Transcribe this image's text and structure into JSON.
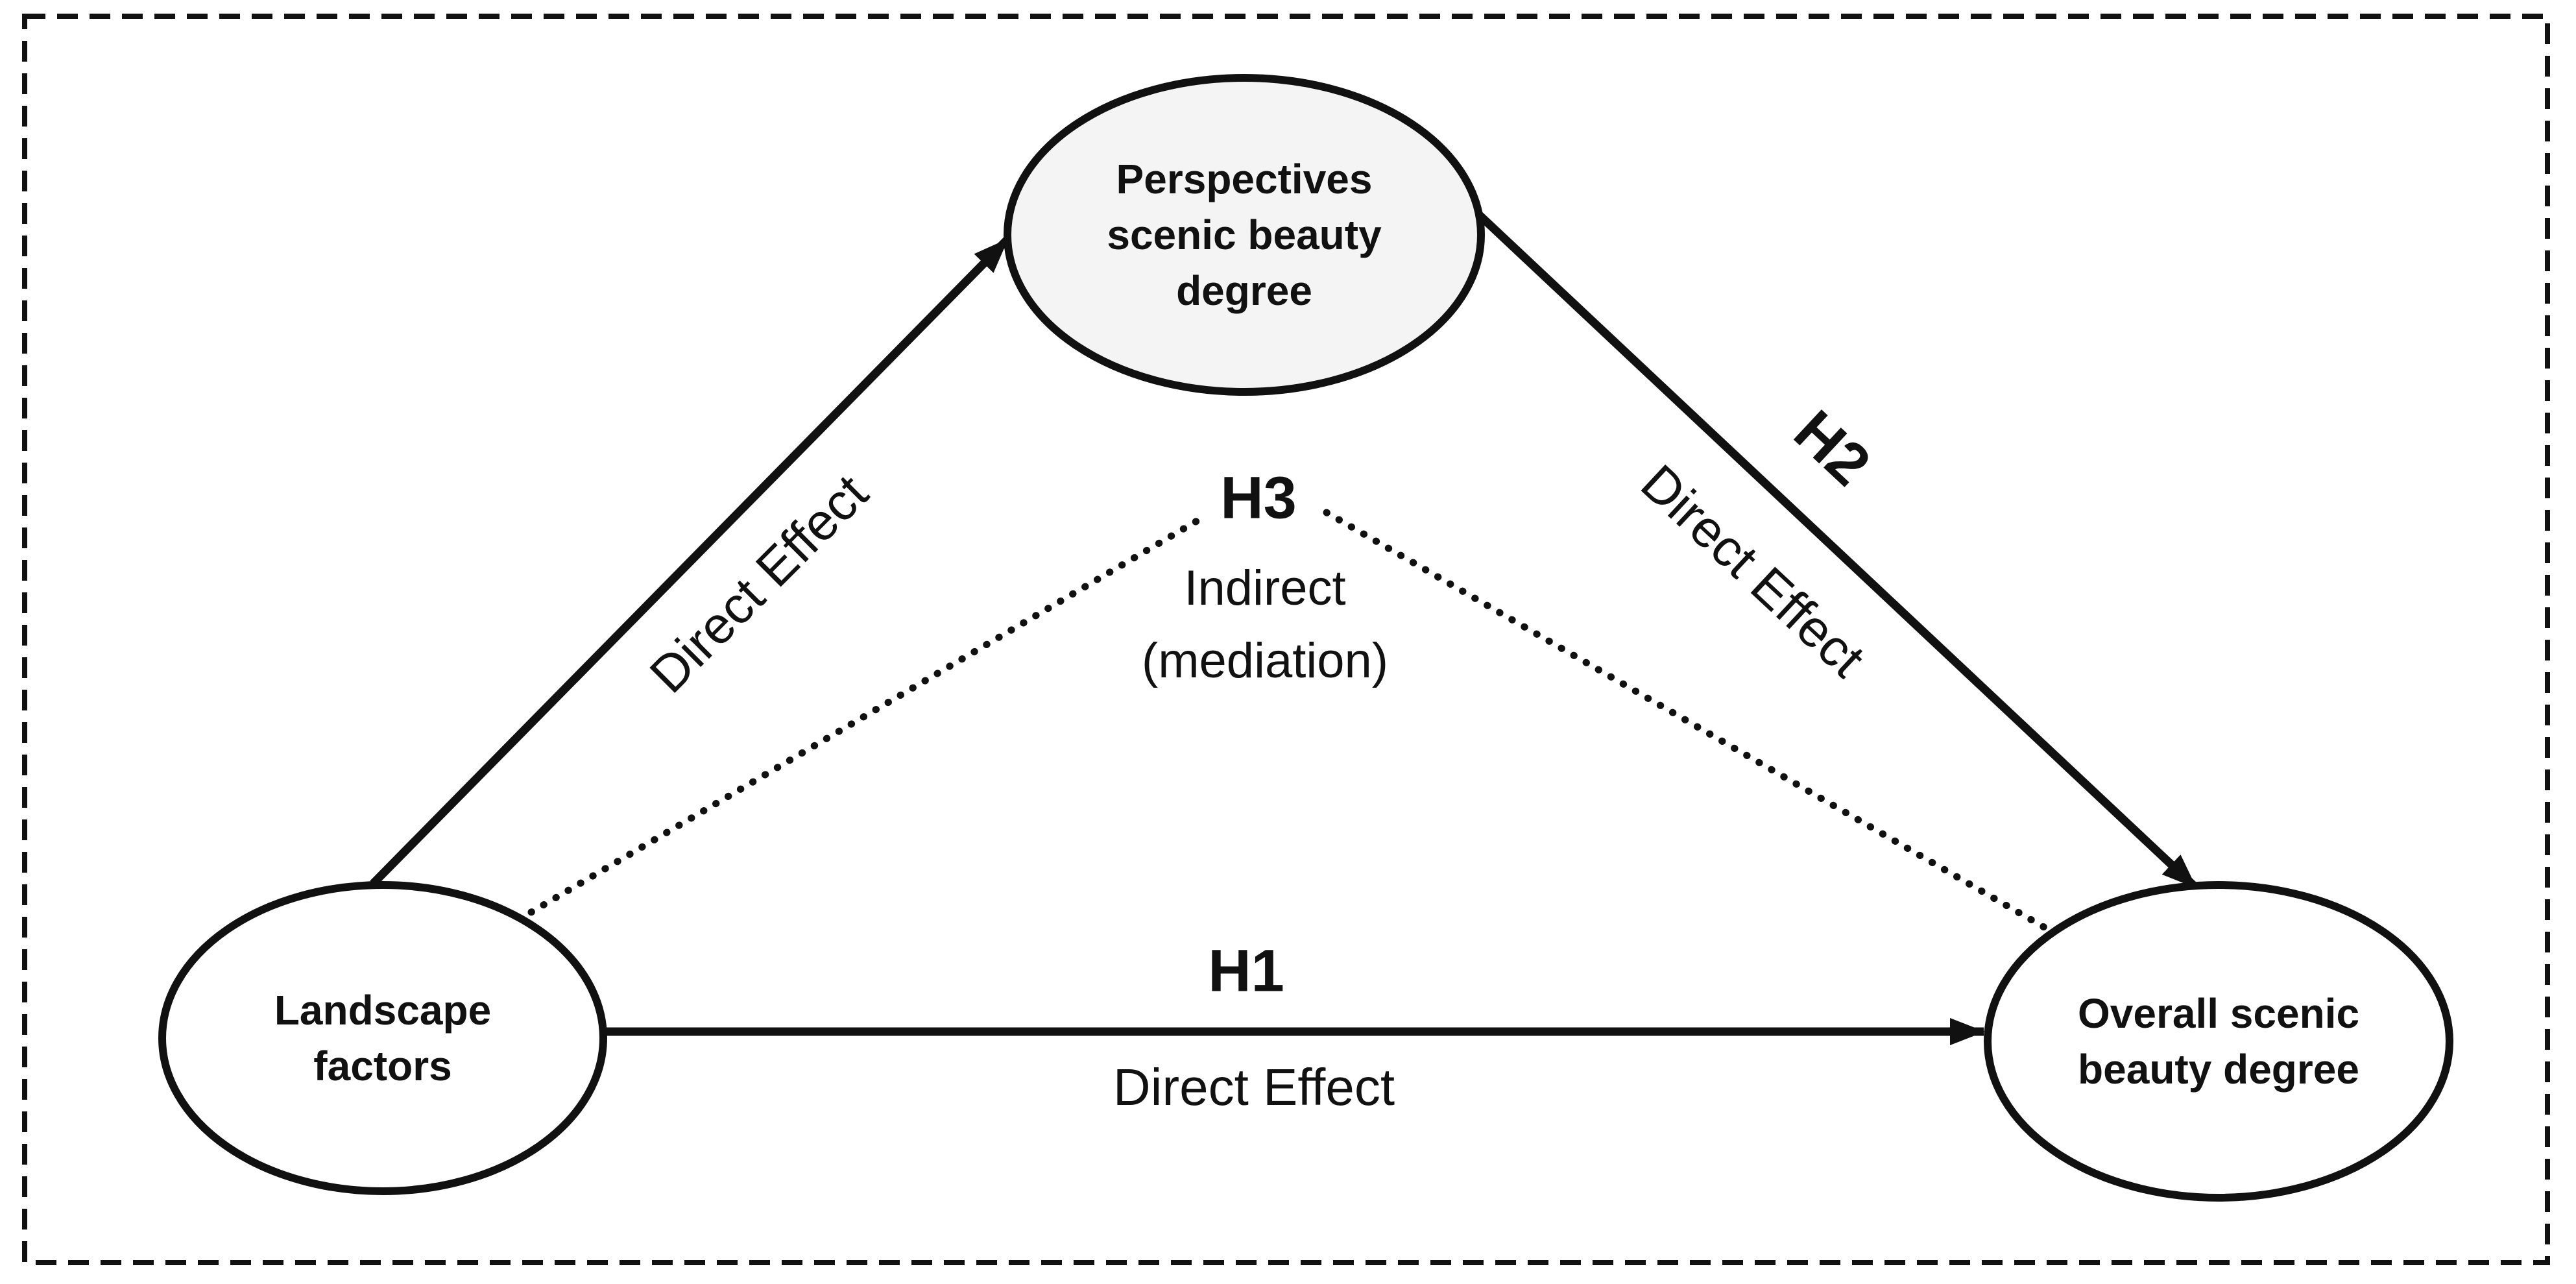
{
  "figure": {
    "type": "mediation-model-diagram",
    "background_color": "#ffffff",
    "ink_color": "#111111",
    "mediator_fill_color": "#f4f4f4",
    "node_fill_color": "#ffffff"
  },
  "nodes": {
    "mediator": {
      "lines": [
        "Perspectives",
        "scenic beauty",
        "degree"
      ]
    },
    "predictor": {
      "lines": [
        "Landscape",
        "factors"
      ]
    },
    "outcome": {
      "lines": [
        "Overall scenic",
        "beauty degree"
      ]
    }
  },
  "paths": {
    "predictor_to_mediator": {
      "label": "Direct Effect"
    },
    "h1": {
      "id": "H1",
      "label": "Direct Effect"
    },
    "h2": {
      "id": "H2",
      "label": "Direct Effect"
    },
    "h3": {
      "id": "H3",
      "lines": [
        "Indirect",
        "(mediation)"
      ]
    }
  }
}
